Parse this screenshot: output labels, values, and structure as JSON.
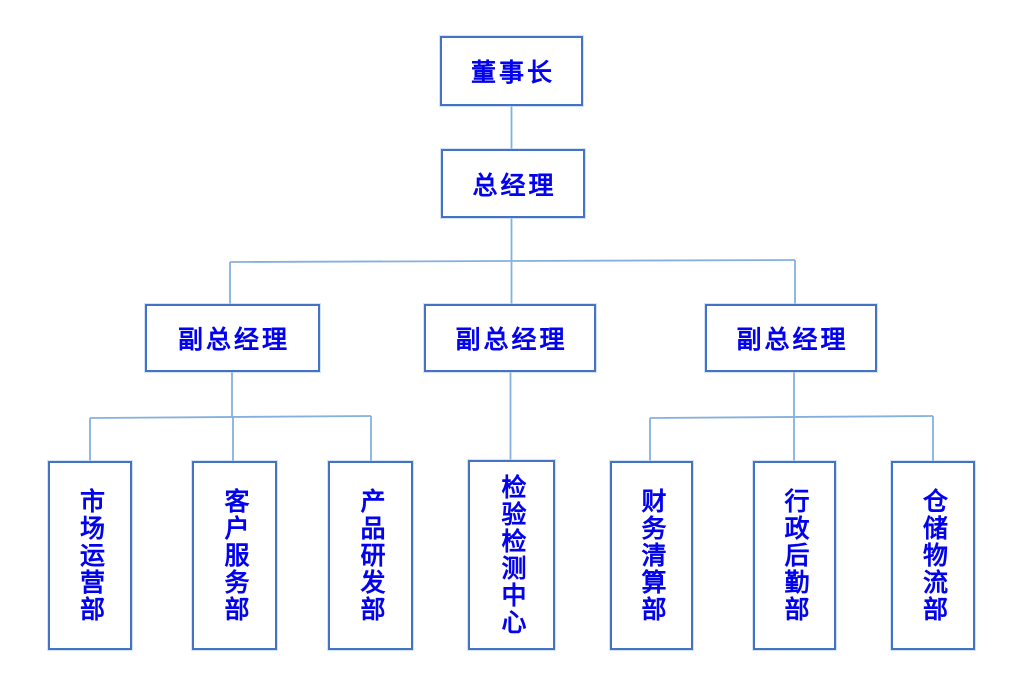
{
  "chart": {
    "type": "org-chart",
    "chairman": {
      "label": "董事长"
    },
    "general_manager": {
      "label": "总经理"
    },
    "deputies": [
      {
        "label": "副总经理"
      },
      {
        "label": "副总经理"
      },
      {
        "label": "副总经理"
      }
    ],
    "departments": [
      {
        "label": "市场运营部"
      },
      {
        "label": "客户服务部"
      },
      {
        "label": "产品研发部"
      },
      {
        "label": "检验检测中心"
      },
      {
        "label": "财务清算部"
      },
      {
        "label": "行政后勤部"
      },
      {
        "label": "仓储物流部"
      }
    ],
    "structure": [
      {
        "parent": "董事长",
        "child": "总经理"
      },
      {
        "parent": "总经理",
        "children": [
          "副总经理",
          "副总经理",
          "副总经理"
        ]
      },
      {
        "parent": "副总经理-1",
        "children": [
          "市场运营部",
          "客户服务部",
          "产品研发部"
        ]
      },
      {
        "parent": "副总经理-2",
        "children": [
          "检验检测中心"
        ]
      },
      {
        "parent": "副总经理-3",
        "children": [
          "财务清算部",
          "行政后勤部",
          "仓储物流部"
        ]
      }
    ],
    "colors": {
      "text": "#0202ee",
      "box_border": "#4472c4",
      "connector": "#85b0de",
      "background": "#ffffff"
    }
  }
}
